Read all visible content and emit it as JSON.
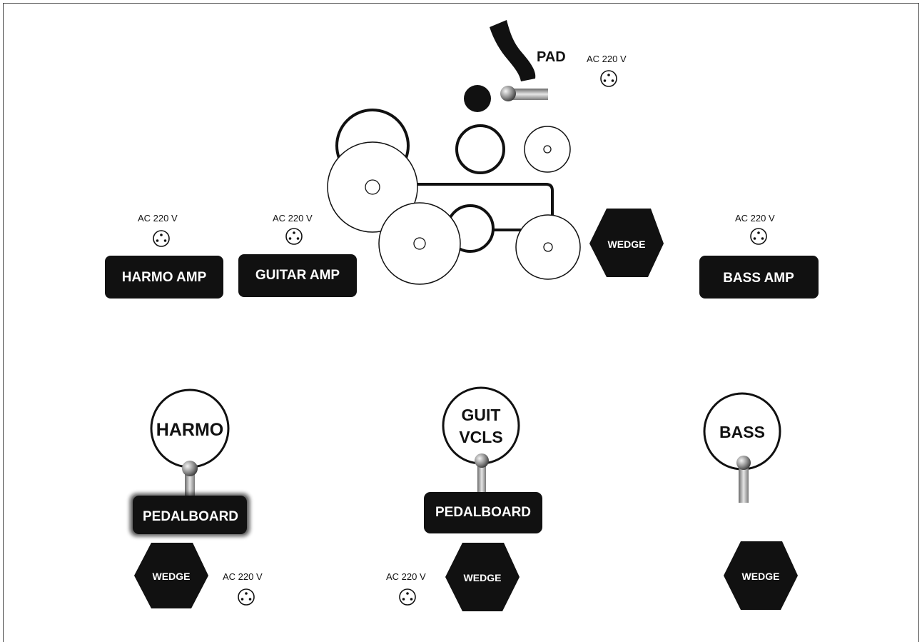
{
  "labels": {
    "pad": "PAD",
    "power": "AC 220 V",
    "harmo_amp": "HARMO AMP",
    "guitar_amp": "GUITAR AMP",
    "bass_amp": "BASS AMP",
    "wedge": "WEDGE",
    "pedalboard": "PEDALBOARD",
    "mic_harmo": "HARMO",
    "mic_guit_line1": "GUIT",
    "mic_guit_line2": "VCLS",
    "mic_bass": "BASS"
  },
  "colors": {
    "block_fill": "#111111",
    "stroke": "#111111",
    "background": "#ffffff",
    "chrome": "#9a9a9a"
  },
  "icons": [
    "power-outlet-icon",
    "microphone-icon",
    "wedge-monitor-icon",
    "drum-icon",
    "cymbal-icon",
    "pad-icon"
  ]
}
